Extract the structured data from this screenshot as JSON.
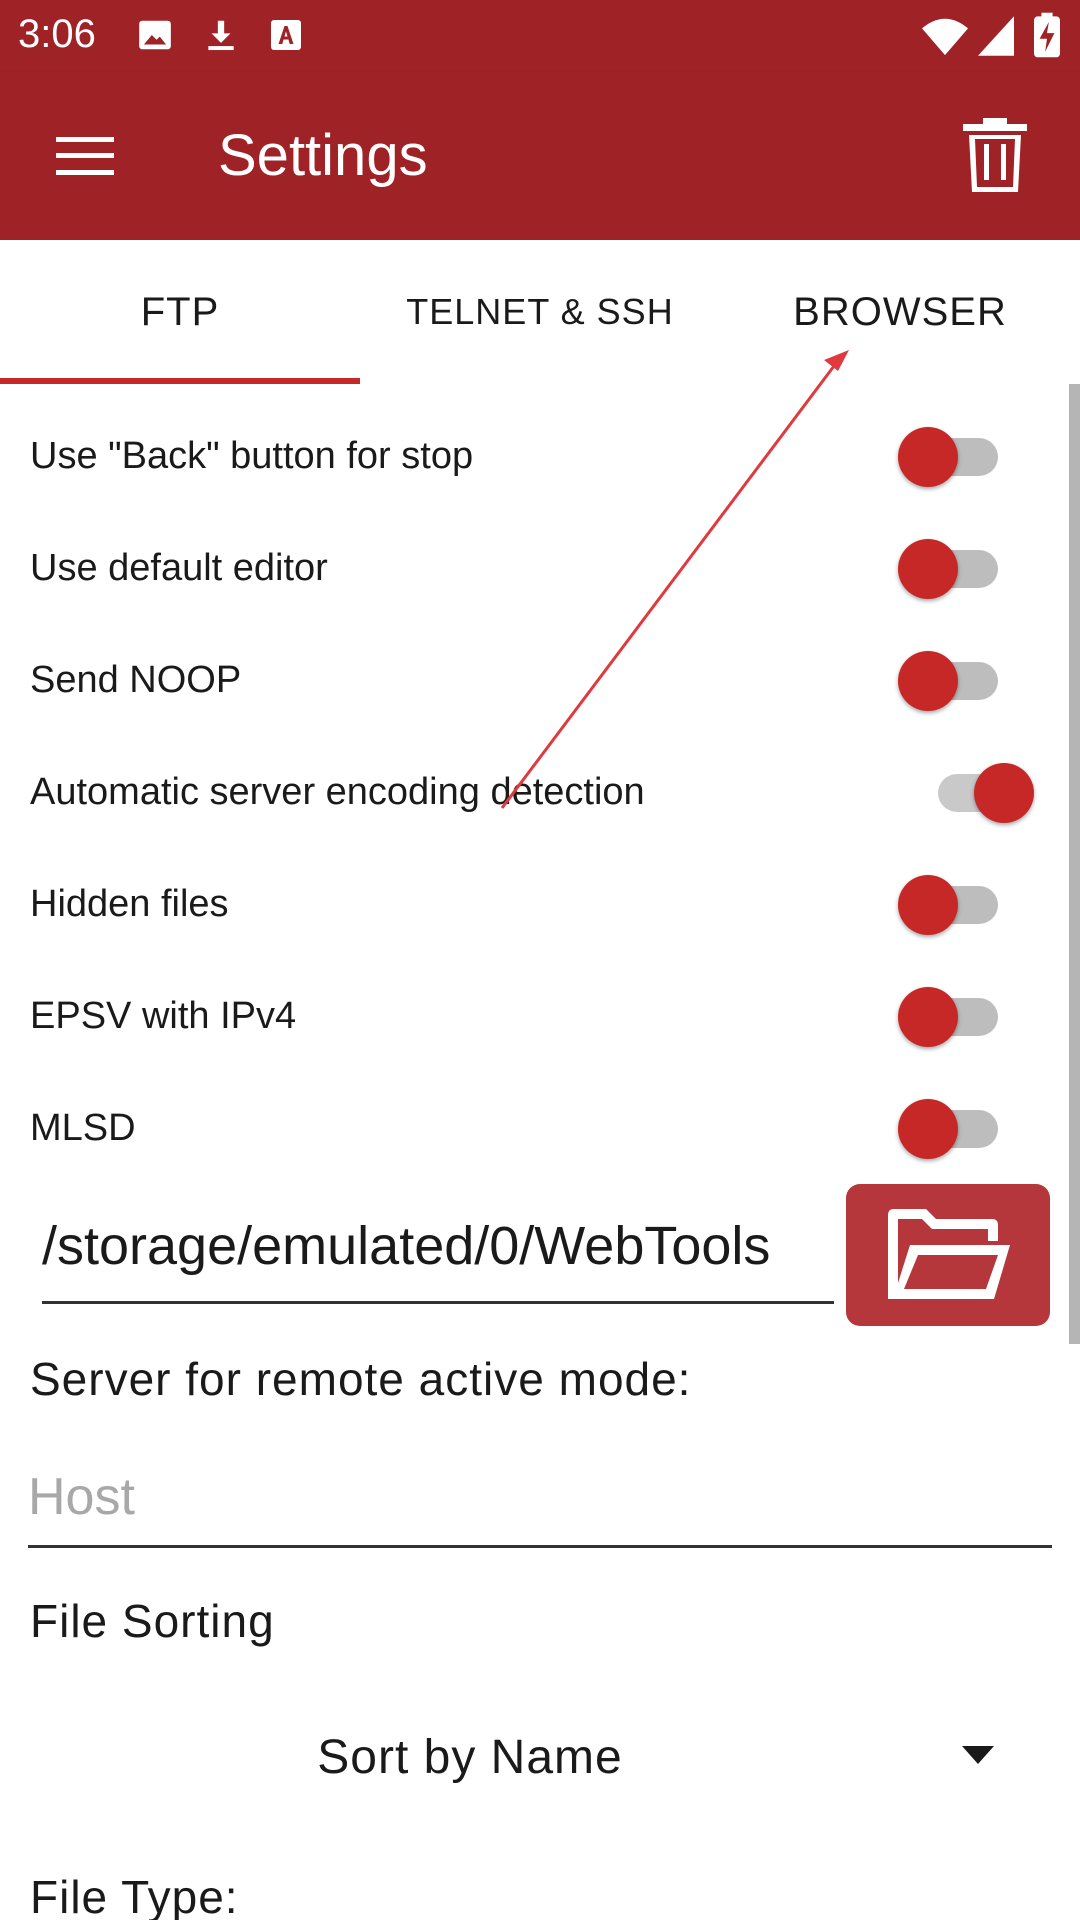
{
  "status_bar": {
    "time": "3:06",
    "icons": [
      "image-icon",
      "download-icon",
      "text-a-icon",
      "wifi-icon",
      "signal-icon",
      "battery-charging-icon"
    ]
  },
  "app_bar": {
    "title": "Settings",
    "menu_icon": "hamburger-menu-icon",
    "action_icon": "trash-icon"
  },
  "tabs": [
    {
      "label": "FTP",
      "selected": true
    },
    {
      "label": "TELNET & SSH",
      "selected": false
    },
    {
      "label": "BROWSER",
      "selected": false
    }
  ],
  "settings": [
    {
      "label": "Use \"Back\" button for stop",
      "enabled": false
    },
    {
      "label": "Use default editor",
      "enabled": false
    },
    {
      "label": "Send NOOP",
      "enabled": false
    },
    {
      "label": "Automatic server encoding detection",
      "enabled": true
    },
    {
      "label": "Hidden files",
      "enabled": false
    },
    {
      "label": "EPSV with IPv4",
      "enabled": false
    },
    {
      "label": "MLSD",
      "enabled": false
    }
  ],
  "download_path": {
    "value": "/storage/emulated/0/WebTools",
    "button_icon": "folder-open-icon"
  },
  "remote_server": {
    "label": "Server for remote active mode:",
    "host_placeholder": "Host"
  },
  "file_sorting": {
    "label": "File Sorting",
    "selected": "Sort by Name"
  },
  "file_type": {
    "label": "File Type:"
  },
  "colors": {
    "primary": "#9e2226",
    "accent": "#c62828",
    "folder_button": "#b5373b",
    "annotation_arrow": "#e0393e"
  }
}
